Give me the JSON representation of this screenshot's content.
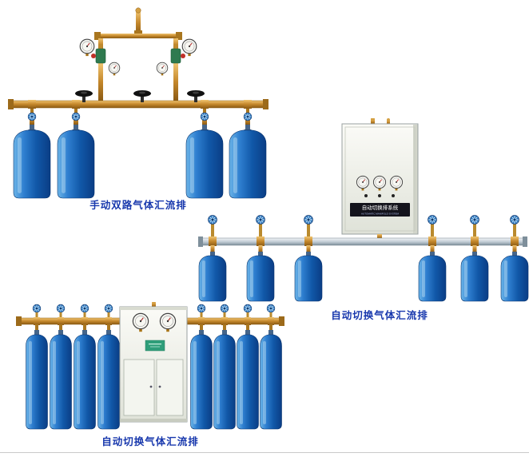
{
  "illustration": {
    "captions": {
      "manual_manifold": "手动双路气体汇流排",
      "auto_manifold_wall": "自动切换气体汇流排",
      "auto_manifold_floor": "自动切换气体汇流排"
    },
    "control_cabinet": {
      "label": "自动切换排系统",
      "sublabel": "AUTOMATIC MANIFOLD SYSTEM"
    },
    "colors": {
      "caption_text": "#1838ad",
      "cylinder_blue": "#1565c0",
      "brass_pipe": "#c4872b",
      "silver_pipe": "#aebcc6",
      "cabinet_body": "#eceee8"
    },
    "scenes": [
      {
        "name": "manual-dual-gas-manifold",
        "cylinder_count": 4
      },
      {
        "name": "auto-switch-gas-manifold-wall-cabinet",
        "cylinder_count": 6
      },
      {
        "name": "auto-switch-gas-manifold-floor-cabinet",
        "cylinder_count": 8
      }
    ]
  }
}
